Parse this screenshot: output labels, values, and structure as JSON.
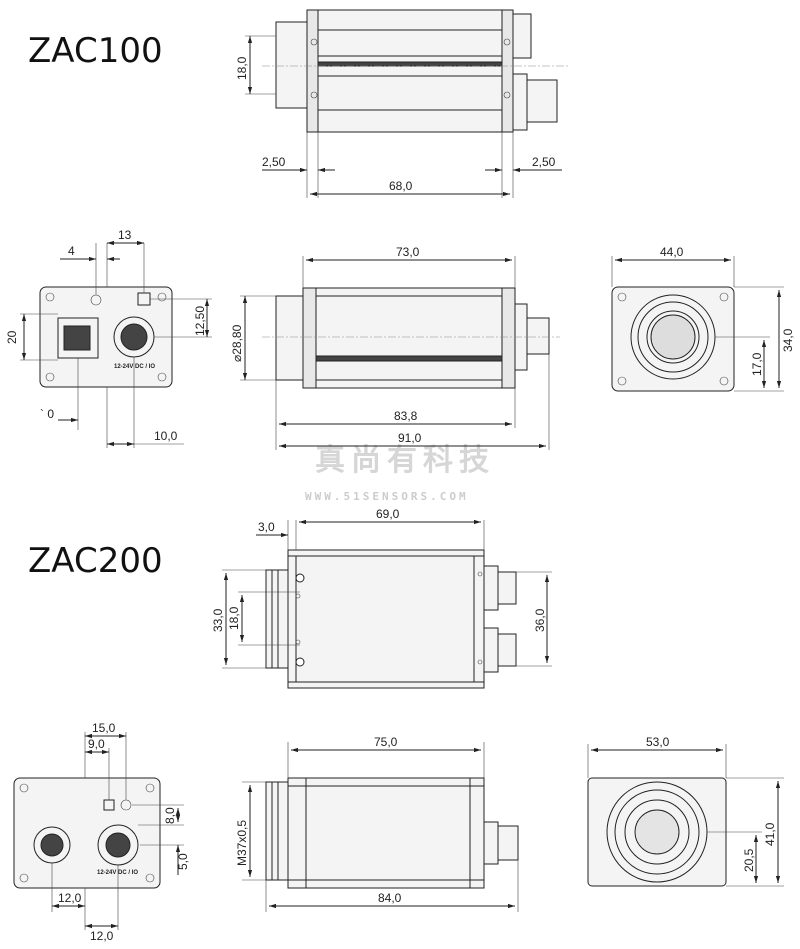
{
  "titles": {
    "zac100": "ZAC100",
    "zac200": "ZAC200"
  },
  "watermark": {
    "cn": "真尚有科技",
    "url": "WWW.51SENSORS.COM"
  },
  "connector_label": "12-24V DC / IO",
  "zac100": {
    "side": {
      "h18": "18,0",
      "l250": "2,50",
      "r250": "2,50",
      "w68": "68,0"
    },
    "rear": {
      "d4": "4",
      "d13": "13",
      "d20": "20",
      "d1250": "12,50",
      "d0": "` 0",
      "d10": "10,0"
    },
    "front": {
      "w73": "73,0",
      "dia": "⌀28,80",
      "w838": "83,8",
      "w91": "91,0"
    },
    "end": {
      "w44": "44,0",
      "h34": "34,0",
      "h17": "17,0"
    }
  },
  "zac200": {
    "top": {
      "d30": "3,0",
      "w69": "69,0",
      "h33": "33,0",
      "h18": "18,0",
      "h36": "36,0"
    },
    "rear": {
      "d15": "15,0",
      "d9": "9,0",
      "d8": "8,0",
      "d5": "5,0",
      "d12a": "12,0",
      "d12b": "12,0"
    },
    "side": {
      "w75": "75,0",
      "m37": "M37x0,5",
      "w84": "84,0"
    },
    "end": {
      "w53": "53,0",
      "h41": "41,0",
      "h205": "20,5"
    }
  }
}
